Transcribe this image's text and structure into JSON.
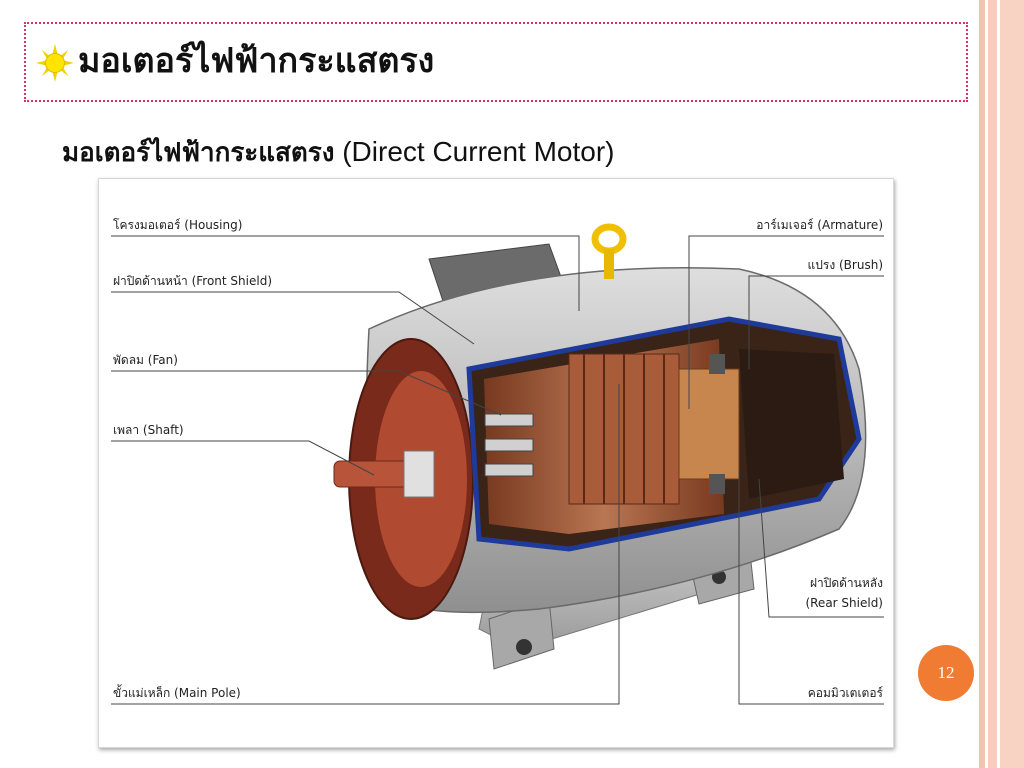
{
  "slide": {
    "title": "มอเตอร์ไฟฟ้ากระแสตรง",
    "subtitle_thai": "มอเตอร์ไฟฟ้ากระแสตรง",
    "subtitle_en": "(Direct Current Motor)",
    "page_number": "12"
  },
  "figure": {
    "labels": {
      "housing": "โครงมอเตอร์ (Housing)",
      "front_shield": "ฝาปิดด้านหน้า (Front Shield)",
      "fan": "พัดลม (Fan)",
      "shaft": "เพลา (Shaft)",
      "main_pole": "ขั้วแม่เหล็ก (Main Pole)",
      "armature": "อาร์เมเจอร์ (Armature)",
      "brush": "แปรง (Brush)",
      "rear_shield_th": "ฝาปิดด้านหลัง",
      "rear_shield_en": "(Rear Shield)",
      "commutator": "คอมมิวเตเตอร์"
    }
  },
  "colors": {
    "title_border": "#d9326a",
    "page_badge": "#f07b32",
    "right_stripes": "#f7cdbd"
  }
}
